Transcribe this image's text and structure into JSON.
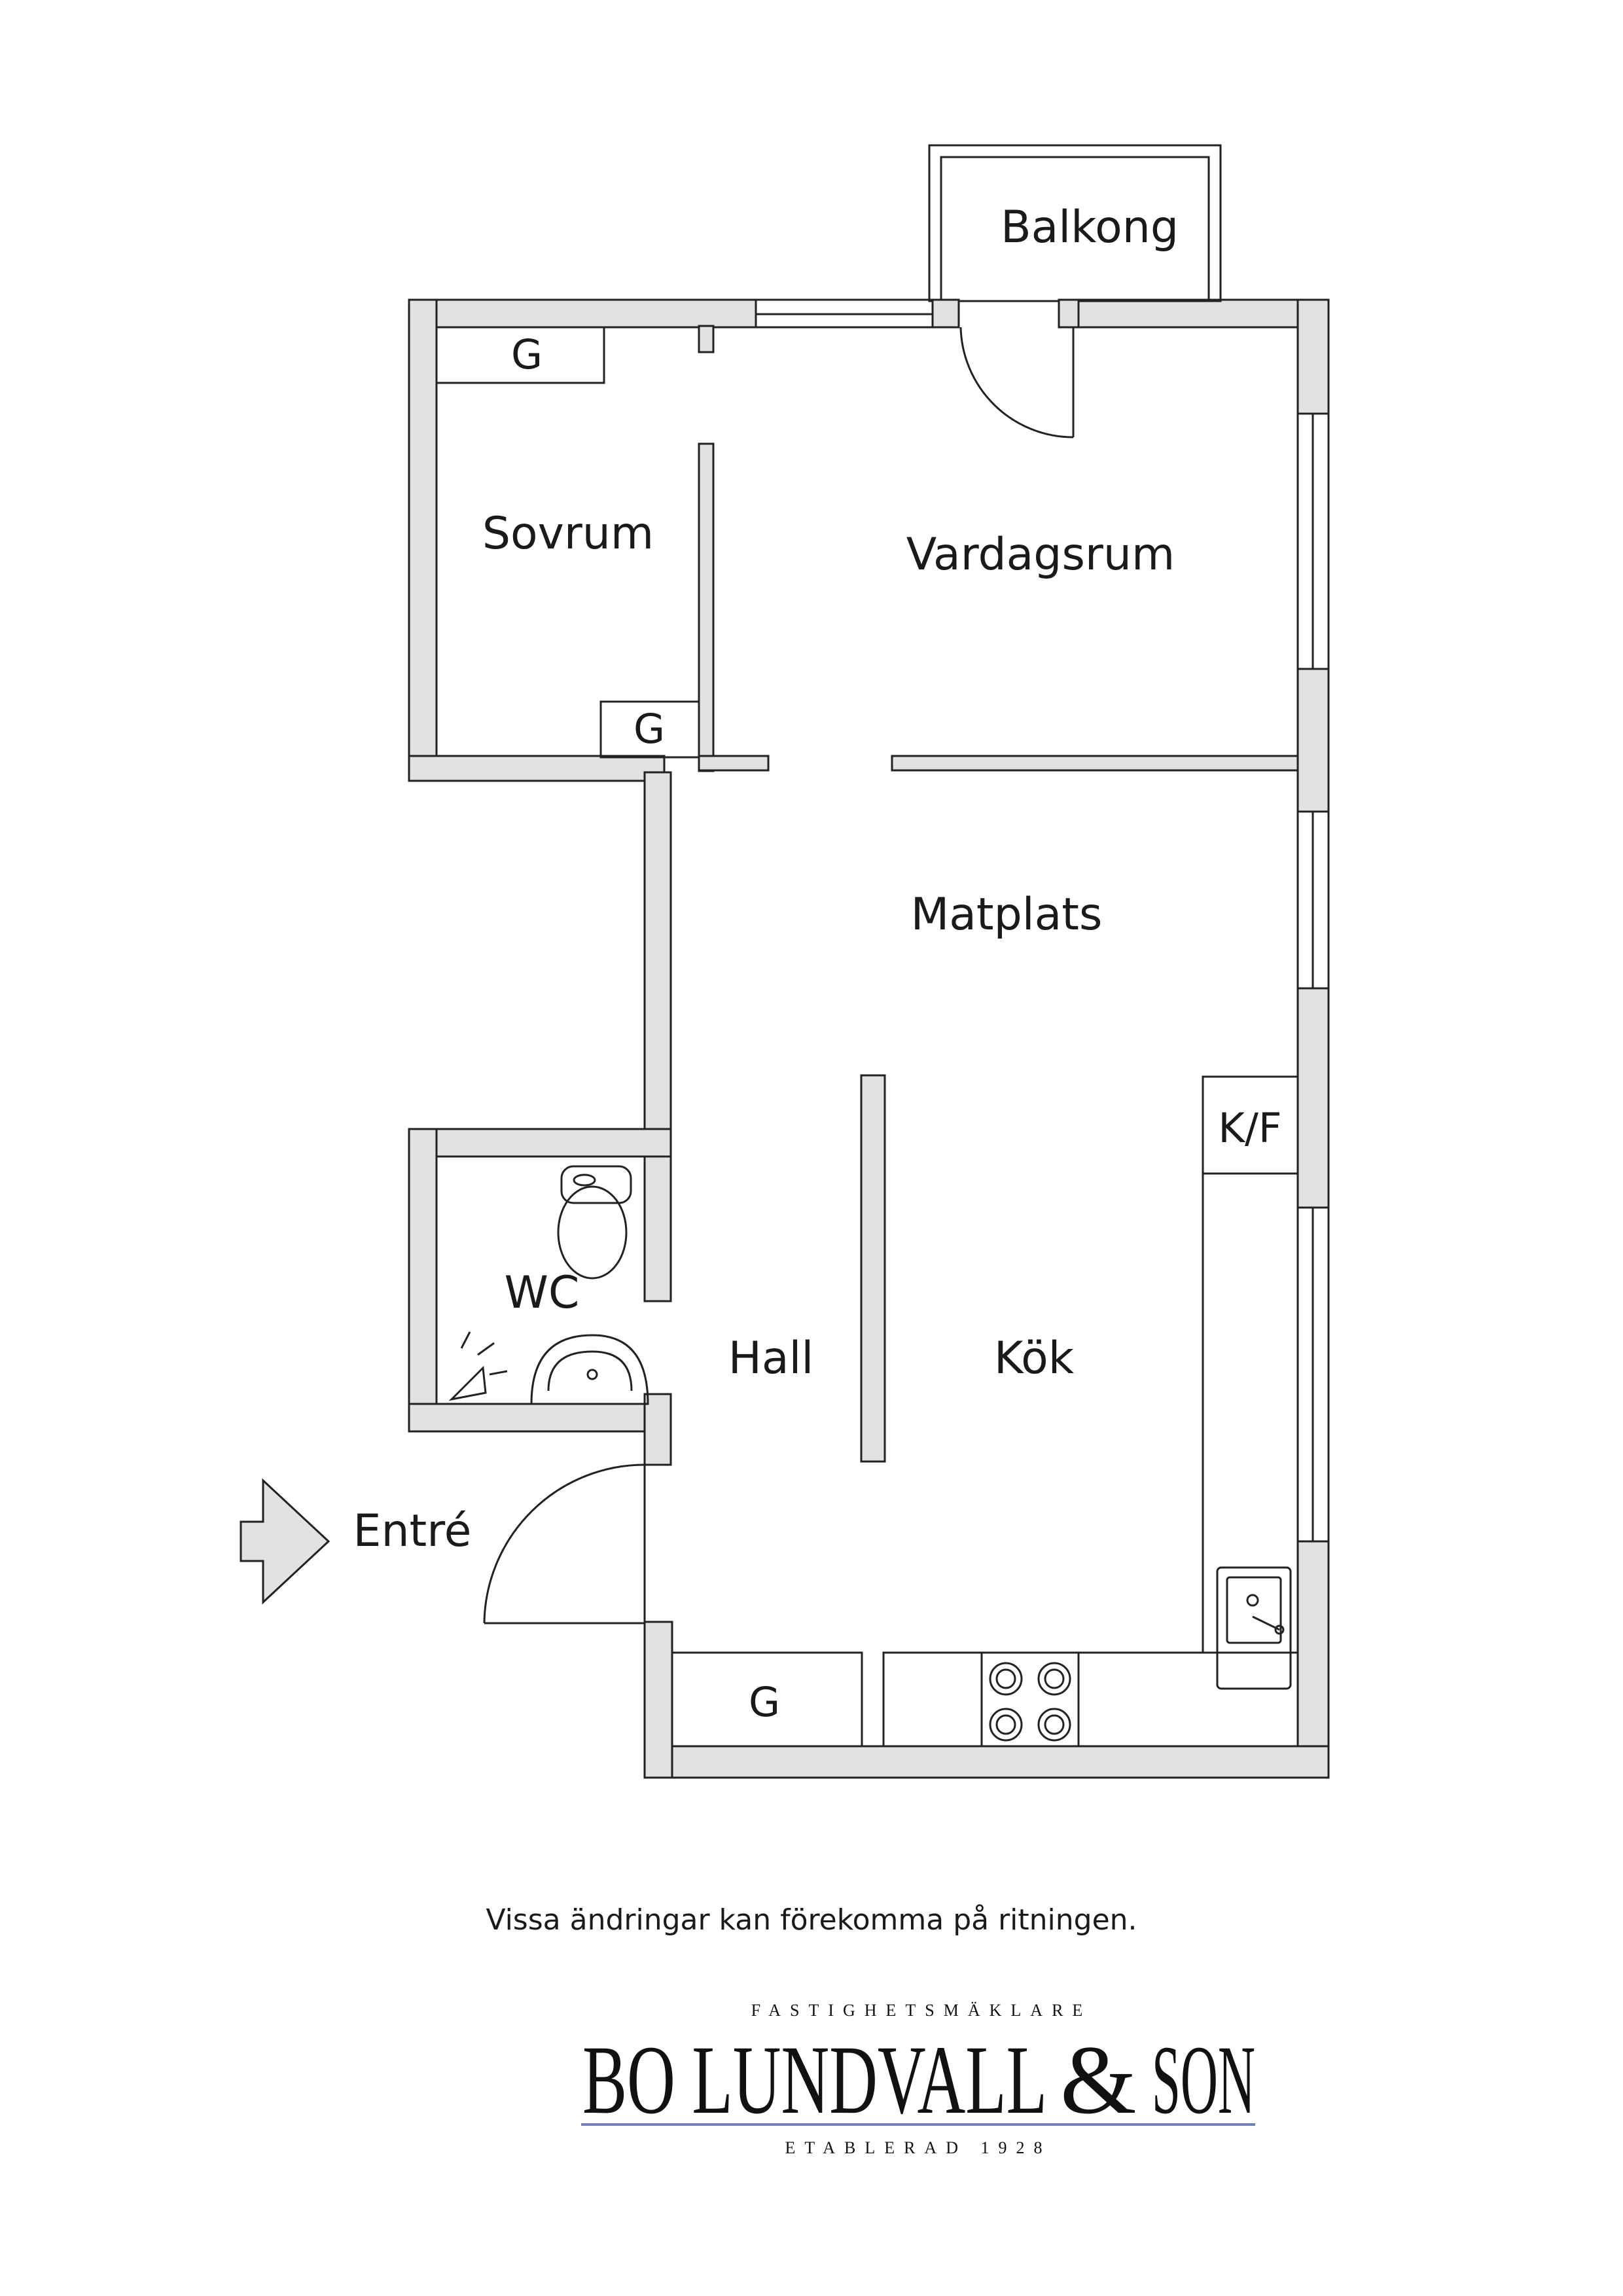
{
  "rooms": {
    "balcony": "Balkong",
    "bedroom": "Sovrum",
    "living_room": "Vardagsrum",
    "dining": "Matplats",
    "wc": "WC",
    "hall": "Hall",
    "kitchen": "Kök",
    "entrance": "Entré"
  },
  "fixtures": {
    "wardrobe_bedroom_top": "G",
    "wardrobe_bedroom_bottom": "G",
    "wardrobe_hall": "G",
    "fridge_freezer": "K/F"
  },
  "note": "Vissa ändringar kan förekomma på ritningen.",
  "logo": {
    "name_part1": "BO LUNDVALL",
    "ampersand": "&",
    "name_part2": "SON",
    "tagline_top": "FASTIGHETSMÄKLARE",
    "tagline_bottom": "ETABLERAD 1928"
  },
  "colors": {
    "wall_fill": "#e2e2e2",
    "wall_stroke": "#222222",
    "logo_line": "#6f7fb8"
  }
}
